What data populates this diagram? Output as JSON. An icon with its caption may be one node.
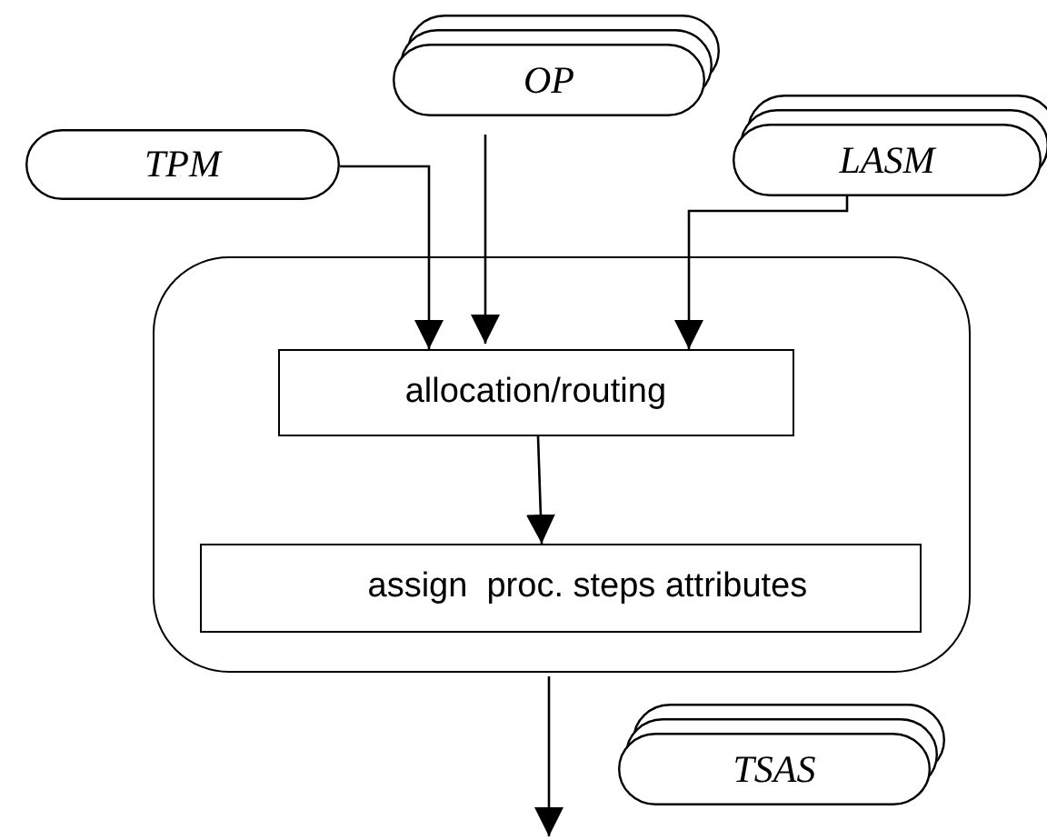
{
  "diagram": {
    "nodes": [
      {
        "text": [
          "TPM"
        ]
      },
      {
        "text": [
          "OP"
        ]
      },
      {
        "text": [
          "LASM"
        ]
      },
      {
        "text": [],
        "shape": "box"
      },
      {
        "text": [
          "allocation/routing"
        ],
        "in": 3
      },
      {
        "text": [
          "assign  proc. steps attributes"
        ],
        "in": 3
      },
      {
        "text": [
          "TSAS"
        ]
      }
    ],
    "edges": [
      {
        "from": 0,
        "to": 4,
        "arrow": "to"
      },
      {
        "from": 1,
        "to": 4,
        "arrow": "to"
      },
      {
        "from": 2,
        "to": 4,
        "arrow": "to"
      },
      {
        "from": 4,
        "to": 5,
        "arrow": "to"
      },
      {
        "from": 3,
        "to": null,
        "arrow": "to"
      }
    ]
  }
}
